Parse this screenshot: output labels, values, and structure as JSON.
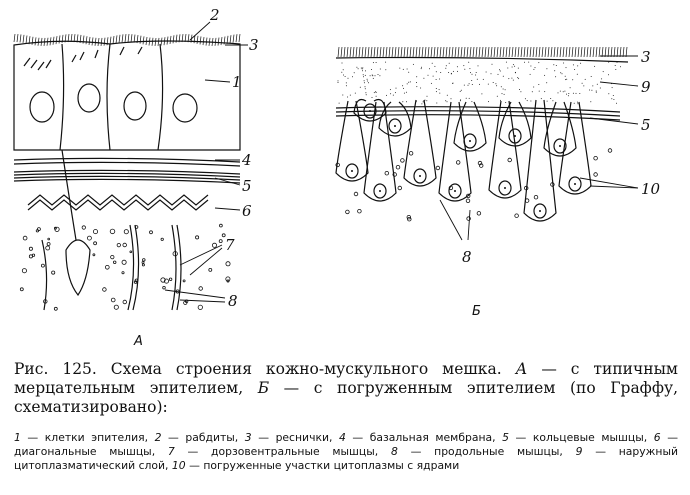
{
  "figure": {
    "panel_a": "А",
    "panel_b": "Б",
    "labels_a": [
      "2",
      "3",
      "1",
      "4",
      "5",
      "6",
      "7",
      "8"
    ],
    "labels_b": [
      "3",
      "9",
      "5",
      "10",
      "8"
    ]
  },
  "caption": {
    "prefix": "Рис. 125. Схема строения кожно-мускульного мешка.",
    "a_letter": "А",
    "mid1": " — с типичным мерцательным эпителием,",
    "b_letter": "Б",
    "mid2": " — с погруженным эпителием (по Граффу, схематизировано):"
  },
  "legend": [
    {
      "num": "1",
      "text": " — клетки эпителия, "
    },
    {
      "num": "2",
      "text": " — рабдиты, "
    },
    {
      "num": "3",
      "text": " — реснички, "
    },
    {
      "num": "4",
      "text": " — базальная мембрана, "
    },
    {
      "num": "5",
      "text": " — кольцевые мышцы, "
    },
    {
      "num": "6",
      "text": " — диагональные мышцы, "
    },
    {
      "num": "7",
      "text": " — дорзовентральные мышцы, "
    },
    {
      "num": "8",
      "text": " — продольные мышцы, "
    },
    {
      "num": "9",
      "text": " — наружный цитоплазматический слой, "
    },
    {
      "num": "10",
      "text": " — погруженные участки цитоплазмы с ядрами"
    }
  ]
}
